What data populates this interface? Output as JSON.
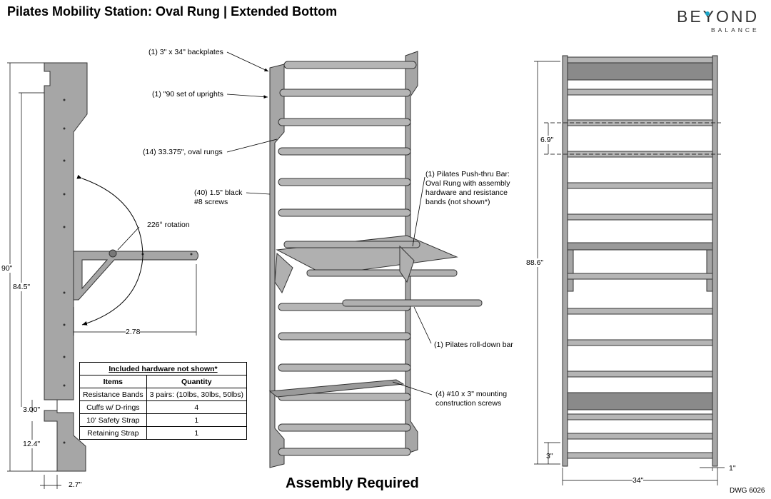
{
  "title": "Pilates Mobility Station: Oval Rung | Extended Bottom",
  "logo": {
    "main": "BEYOND",
    "sub": "BALANCE",
    "accent_color": "#1aa6c9"
  },
  "callouts": {
    "backplates": "(1) 3\" x 34\" backplates",
    "uprights": "(1) \"90 set of uprights",
    "rungs": "(14) 33.375\", oval rungs",
    "screws": "(40) 1.5\" black #8 screws",
    "pushthru": "(1) Pilates Push-thru Bar: Oval Rung with assembly hardware and resistance bands (not shown*)",
    "rolldown": "(1) Pilates roll-down bar",
    "mounting": "(4) #10 x 3\" mounting construction screws",
    "rotation": "226° rotation"
  },
  "dimensions": {
    "height_total": "90\"",
    "height_inner": "84.5\"",
    "arm_length": "2.78",
    "bottom_gap": "3.00\"",
    "bottom_extension": "12.4\"",
    "depth": "2.7\"",
    "rung_spacing": "6.9\"",
    "front_height": "88.6\"",
    "front_bottom": "3\"",
    "front_width": "34\"",
    "front_side": "1\""
  },
  "hardware_table": {
    "caption": "Included hardware not shown*",
    "headers": [
      "Items",
      "Quantity"
    ],
    "rows": [
      [
        "Resistance Bands",
        "3 pairs: (10lbs, 30lbs, 50lbs)"
      ],
      [
        "Cuffs w/ D-rings",
        "4"
      ],
      [
        "10' Safety Strap",
        "1"
      ],
      [
        "Retaining Strap",
        "1"
      ]
    ]
  },
  "footer": {
    "assembly": "Assembly Required",
    "dwg": "DWG 6026"
  }
}
